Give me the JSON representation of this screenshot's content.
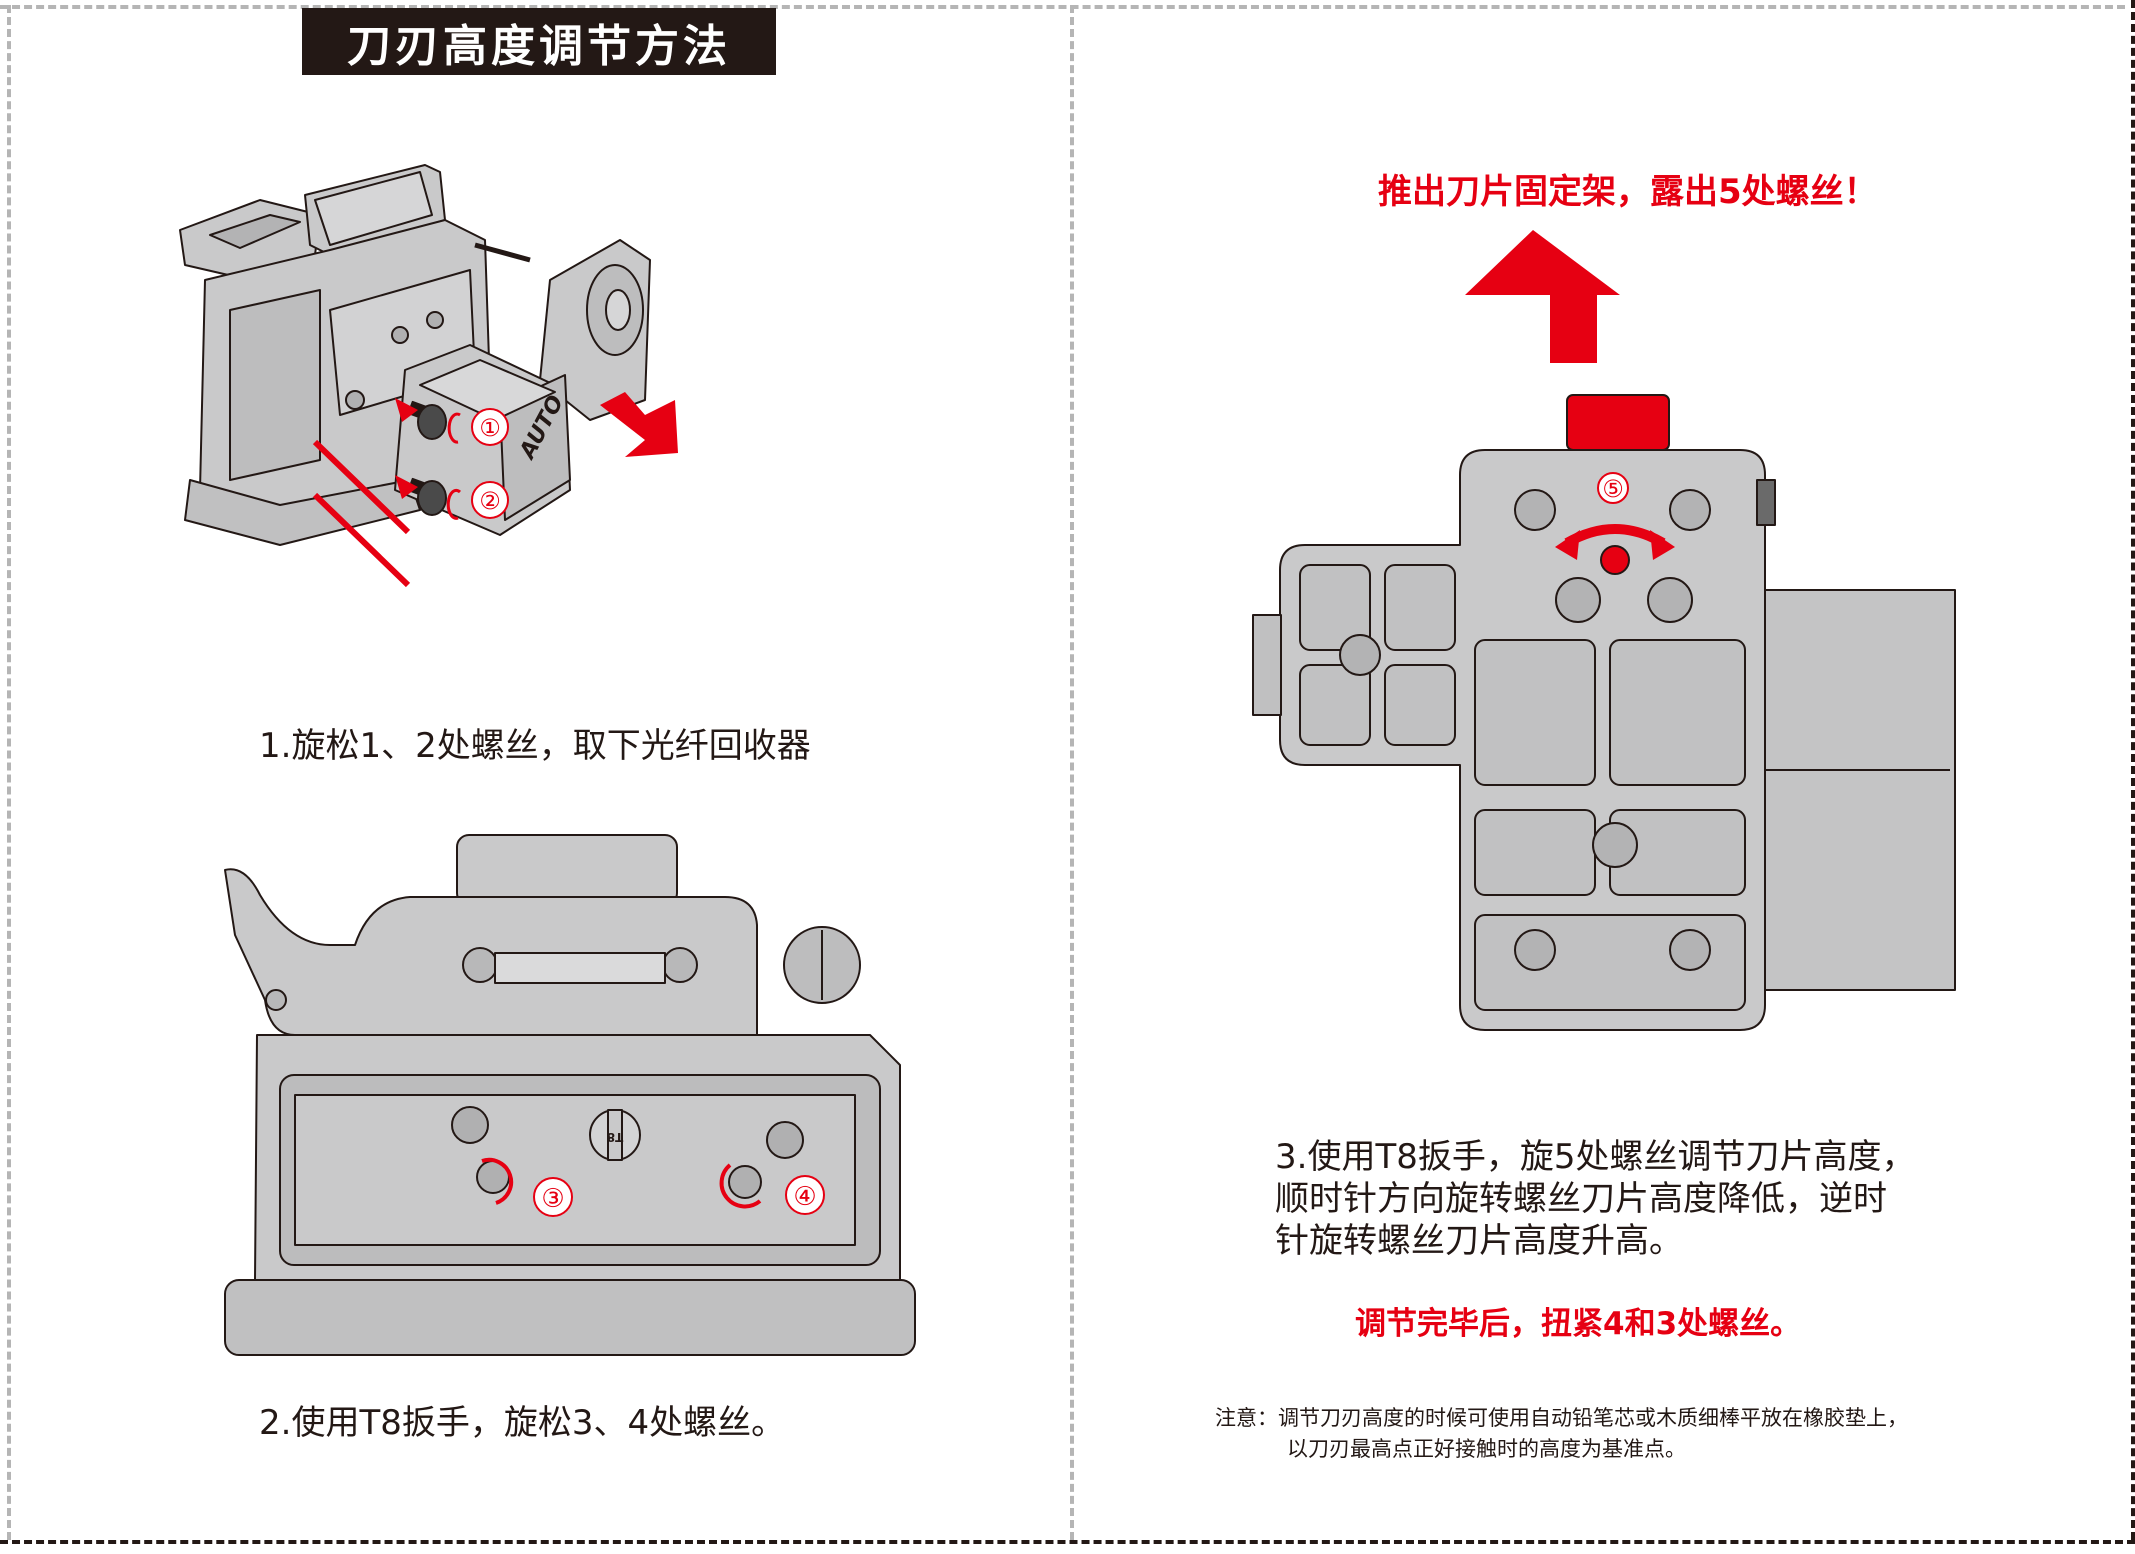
{
  "page": {
    "title": "刀刃高度调节方法"
  },
  "left_panel": {
    "step1": {
      "caption": "1.旋松1、2处螺丝，取下光纤回收器",
      "callouts": [
        "①",
        "②"
      ],
      "panel_label": "AUTO"
    },
    "step2": {
      "caption": "2.使用T8扳手，旋松3、4处螺丝。",
      "callouts": [
        "③",
        "④"
      ],
      "wheel_label": "T8"
    }
  },
  "right_panel": {
    "heading": "推出刀片固定架，露出5处螺丝！",
    "callout": "⑤",
    "step3_lines": [
      "3.使用T8扳手，旋5处螺丝调节刀片高度，",
      "顺时针方向旋转螺丝刀片高度降低，逆时",
      "针旋转螺丝刀片高度升高。"
    ],
    "emphasis": "调节完毕后，扭紧4和3处螺丝。",
    "note_label": "注意：",
    "note_lines": [
      "调节刀刃高度的时候可使用自动铅笔芯或木质细棒平放在橡胶垫上，",
      "以刀刃最高点正好接触时的高度为基准点。"
    ]
  },
  "colors": {
    "accent_red": "#e60012",
    "text_dark": "#231815",
    "machine_grey": "#c9c9ca",
    "cut_line_grey": "#b5b5b5"
  }
}
